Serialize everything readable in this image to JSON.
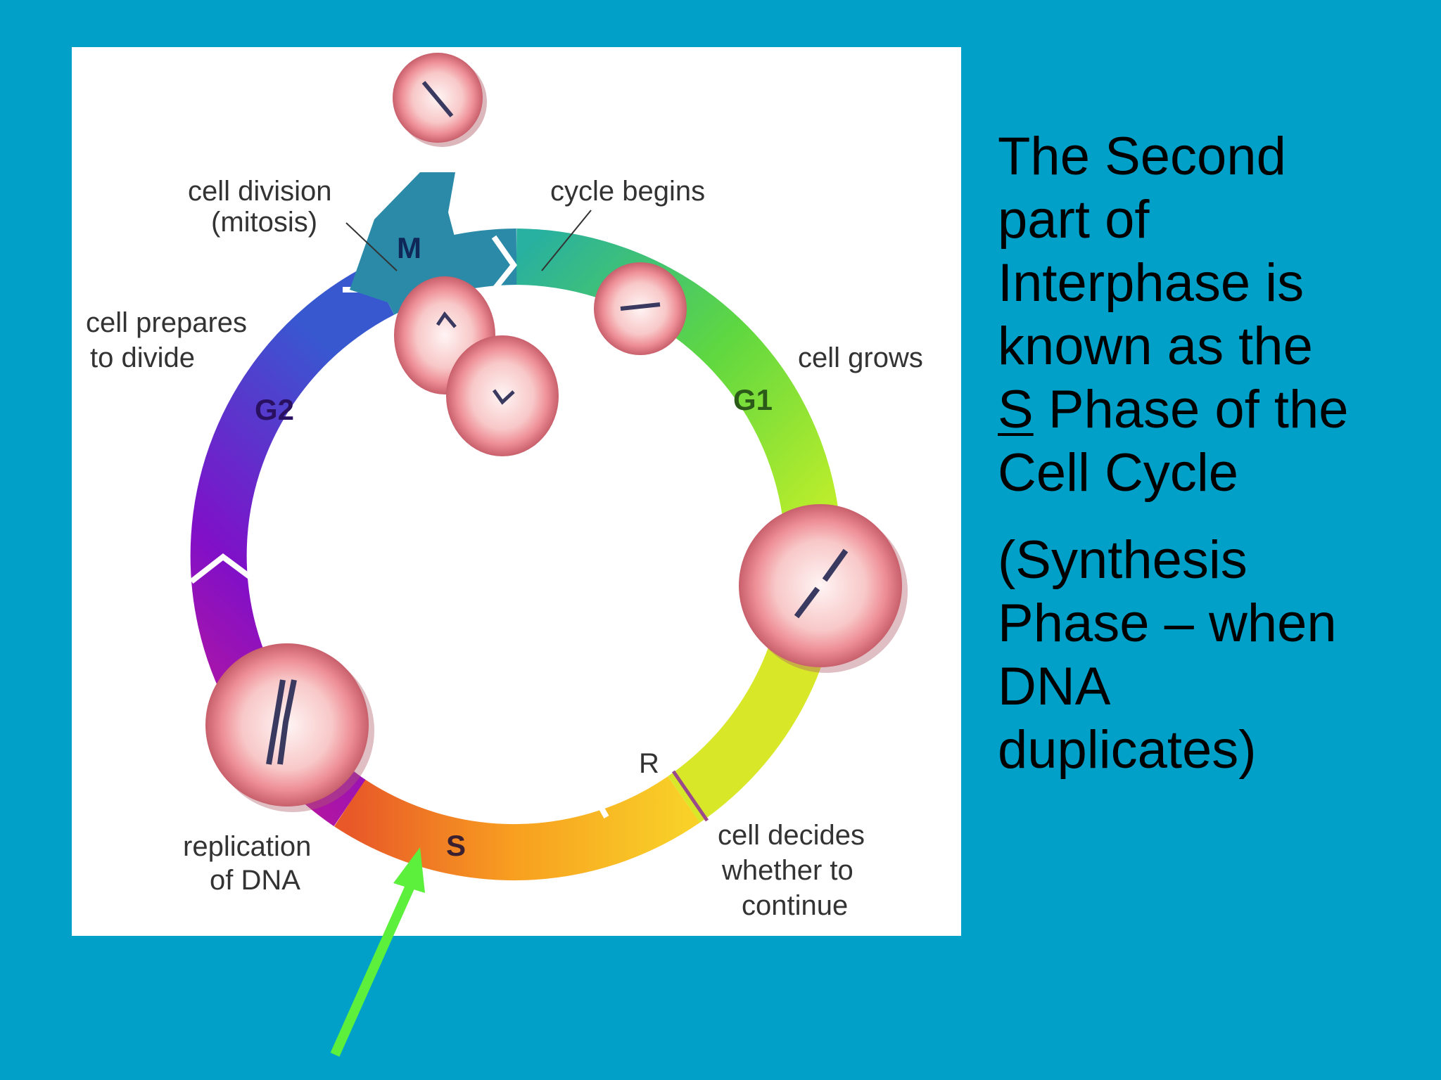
{
  "diagram": {
    "phases": {
      "m": "M",
      "g1": "G1",
      "s": "S",
      "g2": "G2",
      "r": "R"
    },
    "labels": {
      "cell_division_line1": "cell division",
      "cell_division_line2": "(mitosis)",
      "cycle_begins": "cycle begins",
      "cell_prepares_line1": "cell prepares",
      "cell_prepares_line2": "to divide",
      "cell_grows": "cell grows",
      "replication_line1": "replication",
      "replication_line2": "of DNA",
      "decides_line1": "cell decides",
      "decides_line2": "whether to",
      "decides_line3": "continue"
    },
    "colors": {
      "m": "#2a8aa8",
      "g1": "#7ee030",
      "s": "#f07828",
      "g2": "#7020c8",
      "arrow": "#5cf03c",
      "cell": "#f4a0a0"
    }
  },
  "slide_text": {
    "line1": "The Second",
    "line2": "part of",
    "line3": "Interphase is",
    "line4": "known as the",
    "s_letter": "S",
    "line5_rest": " Phase of the",
    "line6": "Cell Cycle",
    "para2_line1": "(Synthesis",
    "para2_line2": "Phase – when",
    "para2_line3": "DNA",
    "para2_line4": "duplicates)"
  }
}
